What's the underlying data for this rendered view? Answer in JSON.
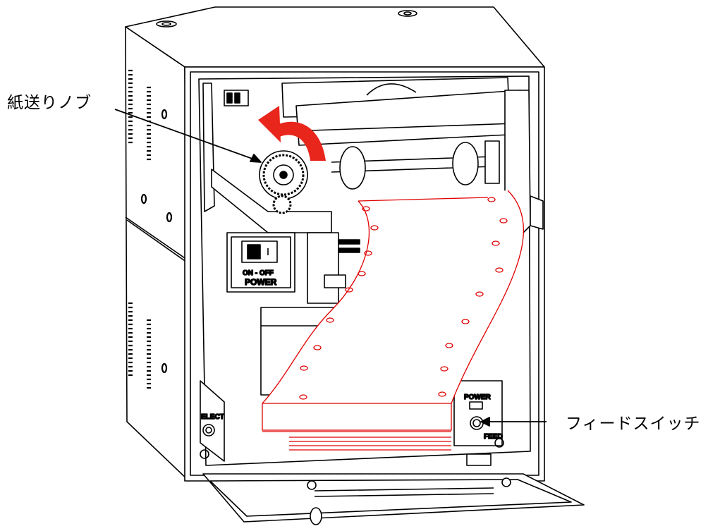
{
  "callouts": {
    "paper_feed_knob": "紙送りノブ",
    "feed_switch": "フィードスイッチ"
  },
  "panel_labels": {
    "power_switch_on_off": "ON - OFF",
    "power_switch_caption": "POWER",
    "select_button": "ELECT",
    "power_lamp": "POWER",
    "feed_button": "FEED"
  },
  "colors": {
    "line": "#000000",
    "paper_edge": "#e00000",
    "arrow": "#e8261c"
  }
}
